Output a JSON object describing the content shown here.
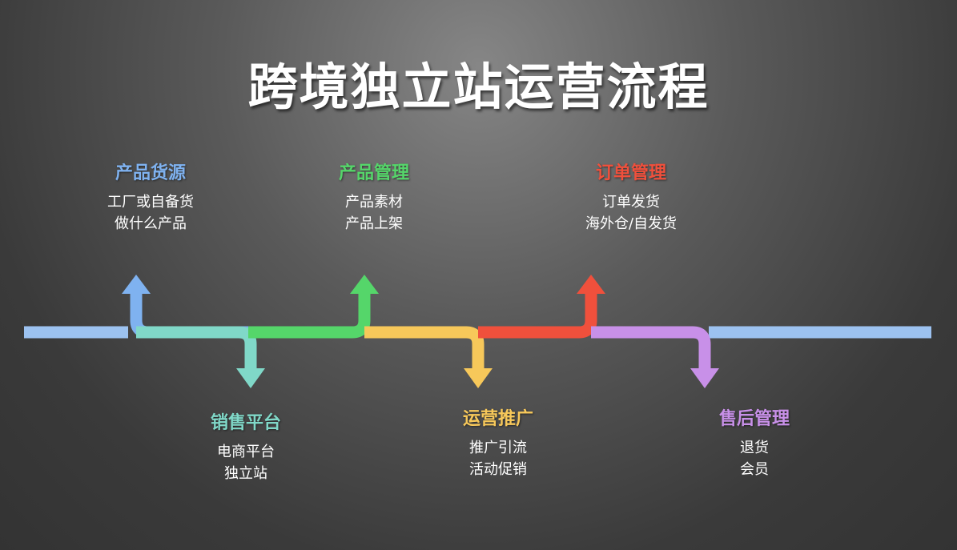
{
  "title": "跨境独立站运营流程",
  "stages": [
    {
      "title": "产品货源",
      "color": "#7FB2F0",
      "lines": [
        "工厂或自备货",
        "做什么产品"
      ],
      "position": "top"
    },
    {
      "title": "销售平台",
      "color": "#80D8C8",
      "lines": [
        "电商平台",
        "独立站"
      ],
      "position": "bottom"
    },
    {
      "title": "产品管理",
      "color": "#55D66A",
      "lines": [
        "产品素材",
        "产品上架"
      ],
      "position": "top"
    },
    {
      "title": "运营推广",
      "color": "#F7C85A",
      "lines": [
        "推广引流",
        "活动促销"
      ],
      "position": "bottom"
    },
    {
      "title": "订单管理",
      "color": "#F0503C",
      "lines": [
        "订单发货",
        "海外仓/自发货"
      ],
      "position": "top"
    },
    {
      "title": "售后管理",
      "color": "#C890E8",
      "lines": [
        "退货",
        "会员"
      ],
      "position": "bottom"
    }
  ],
  "timeline_colors": {
    "start": "#9CC2F0",
    "end": "#9CC2F0"
  }
}
